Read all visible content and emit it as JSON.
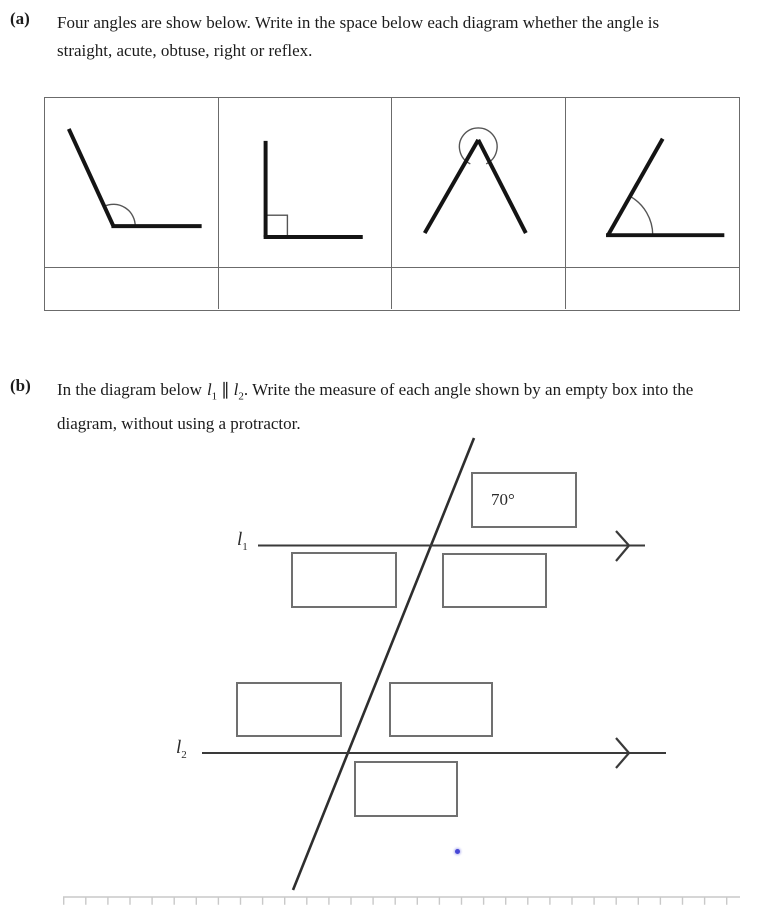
{
  "part_a": {
    "label": "(a)",
    "line1": "Four angles are show below.  Write in the space below each diagram whether the angle is",
    "line2": "straight, acute, obtuse, right or reflex.",
    "diagrams": [
      {
        "icon": "obtuse-angle-diagram"
      },
      {
        "icon": "right-angle-diagram"
      },
      {
        "icon": "reflex-angle-diagram"
      },
      {
        "icon": "acute-angle-diagram"
      }
    ]
  },
  "part_b": {
    "label": "(b)",
    "line1": {
      "prefix": "In the diagram below",
      "l1_base": "l",
      "l1_sub": "1",
      "parallel_symbol": "∥",
      "l2_base": "l",
      "l2_sub": "2",
      "suffix": ".  Write the measure of each angle shown by an empty box into the"
    },
    "line2": "diagram, without using a protractor.",
    "diagram": {
      "l1_label": {
        "base": "l",
        "sub": "1"
      },
      "l2_label": {
        "base": "l",
        "sub": "2"
      },
      "given_angle_value": "70°",
      "empty_box_count": 5
    }
  },
  "colors": {
    "text": "#1c1c1c",
    "table_border": "#6b6b6b",
    "angle_stroke": "#141414",
    "arc_stroke": "#555555",
    "diagram_line": "#333333",
    "box_border": "#707070",
    "ruler": "#c9c9c9",
    "blue_dot": "#4747d6"
  }
}
